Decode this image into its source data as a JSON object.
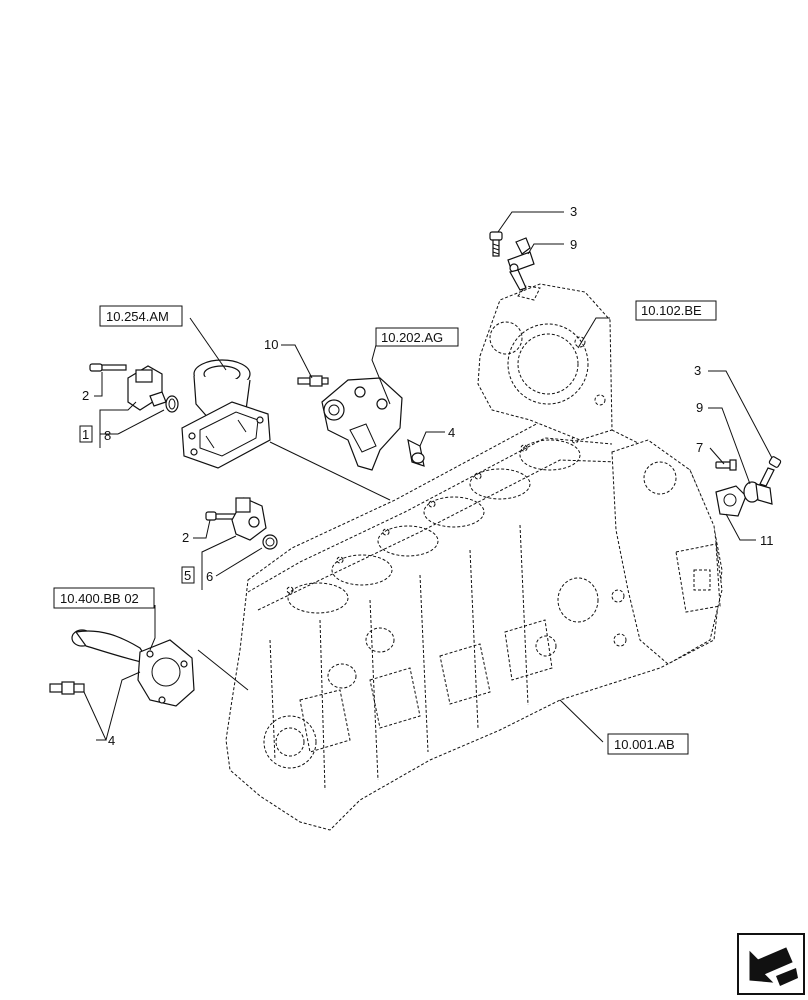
{
  "callouts": {
    "n3_top": "3",
    "n9_top": "9",
    "n10": "10",
    "n4_mid": "4",
    "n2_a": "2",
    "n8": "8",
    "n1": "1",
    "n2_b": "2",
    "n6": "6",
    "n5": "5",
    "n3_right": "3",
    "n9_right": "9",
    "n7": "7",
    "n11": "11",
    "n4_bottom": "4"
  },
  "references": {
    "ref_254": "10.254.AM",
    "ref_202": "10.202.AG",
    "ref_102": "10.102.BE",
    "ref_400": "10.400.BB 02",
    "ref_001": "10.001.AB"
  }
}
